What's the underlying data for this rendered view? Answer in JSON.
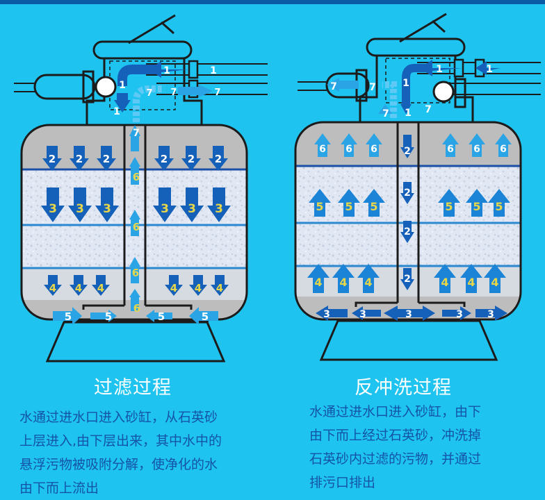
{
  "filtration": {
    "title": "过滤过程",
    "desc": [
      "水通过进水口进入砂缸，从石英砂",
      "上层进入,由下层出来，其中水中的",
      "悬浮污物被吸附分解，使净化的水",
      "由下而上流出"
    ]
  },
  "backwash": {
    "title": "反冲洗过程",
    "desc": [
      "水通过进水口进入砂缸，由下",
      "由下而上经过石英砂，冲洗掉",
      "石英砂内过滤的污物，并通过",
      "排污口排出"
    ]
  },
  "arrow_numbers": [
    "1",
    "2",
    "3",
    "4",
    "5",
    "6",
    "7"
  ],
  "colors": {
    "background": "#1fc3ef",
    "dark_arrow": "#1560b8",
    "light_arrow": "#2aa4e4",
    "number_yellow": "#e8d64a",
    "tank_grey": "#bdbdbd",
    "sand": "#dfe7f5",
    "outline": "#1b1b1b"
  }
}
